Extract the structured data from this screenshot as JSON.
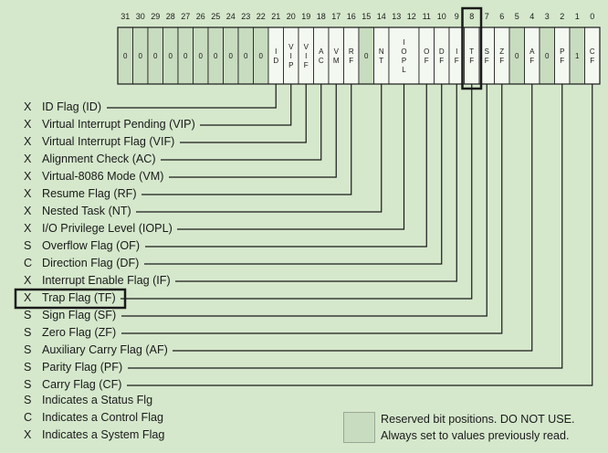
{
  "register": {
    "bit_numbers": [
      "31",
      "30",
      "29",
      "28",
      "27",
      "26",
      "25",
      "24",
      "23",
      "22",
      "21",
      "20",
      "19",
      "18",
      "17",
      "16",
      "15",
      "14",
      "13",
      "12",
      "11",
      "10",
      "9",
      "8",
      "7",
      "6",
      "5",
      "4",
      "3",
      "2",
      "1",
      "0"
    ],
    "cells": [
      {
        "bits": [
          31
        ],
        "lines": [
          "0"
        ],
        "reserved": true
      },
      {
        "bits": [
          30
        ],
        "lines": [
          "0"
        ],
        "reserved": true
      },
      {
        "bits": [
          29
        ],
        "lines": [
          "0"
        ],
        "reserved": true
      },
      {
        "bits": [
          28
        ],
        "lines": [
          "0"
        ],
        "reserved": true
      },
      {
        "bits": [
          27
        ],
        "lines": [
          "0"
        ],
        "reserved": true
      },
      {
        "bits": [
          26
        ],
        "lines": [
          "0"
        ],
        "reserved": true
      },
      {
        "bits": [
          25
        ],
        "lines": [
          "0"
        ],
        "reserved": true
      },
      {
        "bits": [
          24
        ],
        "lines": [
          "0"
        ],
        "reserved": true
      },
      {
        "bits": [
          23
        ],
        "lines": [
          "0"
        ],
        "reserved": true
      },
      {
        "bits": [
          22
        ],
        "lines": [
          "0"
        ],
        "reserved": true
      },
      {
        "bits": [
          21
        ],
        "lines": [
          "I",
          "D"
        ],
        "reserved": false
      },
      {
        "bits": [
          20
        ],
        "lines": [
          "V",
          "I",
          "P"
        ],
        "reserved": false
      },
      {
        "bits": [
          19
        ],
        "lines": [
          "V",
          "I",
          "F"
        ],
        "reserved": false
      },
      {
        "bits": [
          18
        ],
        "lines": [
          "A",
          "C"
        ],
        "reserved": false
      },
      {
        "bits": [
          17
        ],
        "lines": [
          "V",
          "M"
        ],
        "reserved": false
      },
      {
        "bits": [
          16
        ],
        "lines": [
          "R",
          "F"
        ],
        "reserved": false
      },
      {
        "bits": [
          15
        ],
        "lines": [
          "0"
        ],
        "reserved": true
      },
      {
        "bits": [
          14
        ],
        "lines": [
          "N",
          "T"
        ],
        "reserved": false
      },
      {
        "bits": [
          13,
          12
        ],
        "lines": [
          "I",
          "O",
          "P",
          "L"
        ],
        "reserved": false
      },
      {
        "bits": [
          11
        ],
        "lines": [
          "O",
          "F"
        ],
        "reserved": false
      },
      {
        "bits": [
          10
        ],
        "lines": [
          "D",
          "F"
        ],
        "reserved": false
      },
      {
        "bits": [
          9
        ],
        "lines": [
          "I",
          "F"
        ],
        "reserved": false
      },
      {
        "bits": [
          8
        ],
        "lines": [
          "T",
          "F"
        ],
        "reserved": false,
        "highlight": true
      },
      {
        "bits": [
          7
        ],
        "lines": [
          "S",
          "F"
        ],
        "reserved": false
      },
      {
        "bits": [
          6
        ],
        "lines": [
          "Z",
          "F"
        ],
        "reserved": false
      },
      {
        "bits": [
          5
        ],
        "lines": [
          "0"
        ],
        "reserved": true
      },
      {
        "bits": [
          4
        ],
        "lines": [
          "A",
          "F"
        ],
        "reserved": false
      },
      {
        "bits": [
          3
        ],
        "lines": [
          "0"
        ],
        "reserved": true
      },
      {
        "bits": [
          2
        ],
        "lines": [
          "P",
          "F"
        ],
        "reserved": false
      },
      {
        "bits": [
          1
        ],
        "lines": [
          "1"
        ],
        "reserved": true
      },
      {
        "bits": [
          0
        ],
        "lines": [
          "C",
          "F"
        ],
        "reserved": false
      }
    ]
  },
  "flags": [
    {
      "type": "X",
      "name": "ID Flag (ID)",
      "bit": 21
    },
    {
      "type": "X",
      "name": "Virtual Interrupt Pending (VIP)",
      "bit": 20
    },
    {
      "type": "X",
      "name": "Virtual Interrupt Flag (VIF)",
      "bit": 19
    },
    {
      "type": "X",
      "name": "Alignment Check (AC)",
      "bit": 18
    },
    {
      "type": "X",
      "name": "Virtual-8086 Mode (VM)",
      "bit": 17
    },
    {
      "type": "X",
      "name": "Resume Flag (RF)",
      "bit": 16
    },
    {
      "type": "X",
      "name": "Nested Task (NT)",
      "bit": 14
    },
    {
      "type": "X",
      "name": "I/O Privilege Level (IOPL)",
      "bit": 12.5
    },
    {
      "type": "S",
      "name": "Overflow Flag (OF)",
      "bit": 11
    },
    {
      "type": "C",
      "name": "Direction Flag (DF)",
      "bit": 10
    },
    {
      "type": "X",
      "name": "Interrupt Enable Flag (IF)",
      "bit": 9
    },
    {
      "type": "X",
      "name": "Trap Flag (TF)",
      "bit": 8,
      "highlight": true
    },
    {
      "type": "S",
      "name": "Sign Flag (SF)",
      "bit": 7
    },
    {
      "type": "S",
      "name": "Zero Flag (ZF)",
      "bit": 6
    },
    {
      "type": "S",
      "name": "Auxiliary Carry Flag (AF)",
      "bit": 4
    },
    {
      "type": "S",
      "name": "Parity Flag (PF)",
      "bit": 2
    },
    {
      "type": "S",
      "name": "Carry Flag (CF)",
      "bit": 0
    }
  ],
  "legend": [
    {
      "type": "S",
      "text": "Indicates a Status Flg"
    },
    {
      "type": "C",
      "text": "Indicates a Control Flag"
    },
    {
      "type": "X",
      "text": "Indicates a System Flag"
    }
  ],
  "reserved_note": {
    "line1": "Reserved bit positions. DO NOT USE.",
    "line2": "Always set to values previously read."
  },
  "colors": {
    "background": "#d5e8cc",
    "reserved_fill": "#c8dcbf",
    "cell_fill": "#f3f8f0",
    "line": "#1a1a1a"
  }
}
